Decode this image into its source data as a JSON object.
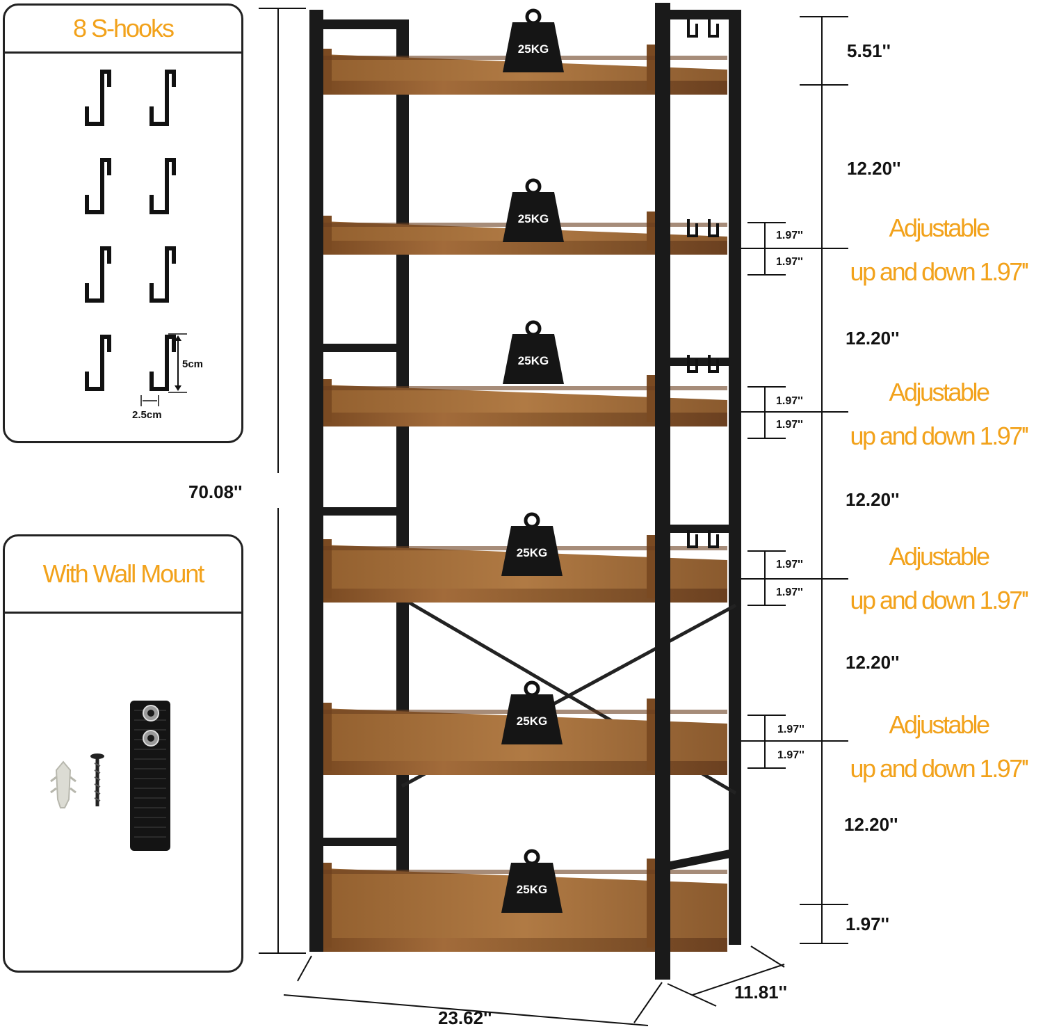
{
  "hooks_panel": {
    "title": "8 S-hooks",
    "hook_count": 8,
    "height_label": "5cm",
    "width_label": "2.5cm"
  },
  "mount_panel": {
    "title": "With Wall Mount"
  },
  "weight_label": "25KG",
  "shelves": 6,
  "dimensions": {
    "total_height": "70.08''",
    "width": "23.62''",
    "depth": "11.81''",
    "top_gap": "5.51''",
    "bottom_gap": "1.97''",
    "tier_spacing": [
      "12.20''",
      "12.20''",
      "12.20''",
      "12.20''",
      "12.20''"
    ],
    "adjust_step": "1.97''"
  },
  "adjustable": {
    "line1": "Adjustable",
    "line2": "up and down 1.97''",
    "count": 4
  },
  "colors": {
    "accent": "#f2a21b",
    "frame": "#1a1a1a",
    "wood": "#8a5a2e",
    "wood_light": "#a06c38"
  }
}
